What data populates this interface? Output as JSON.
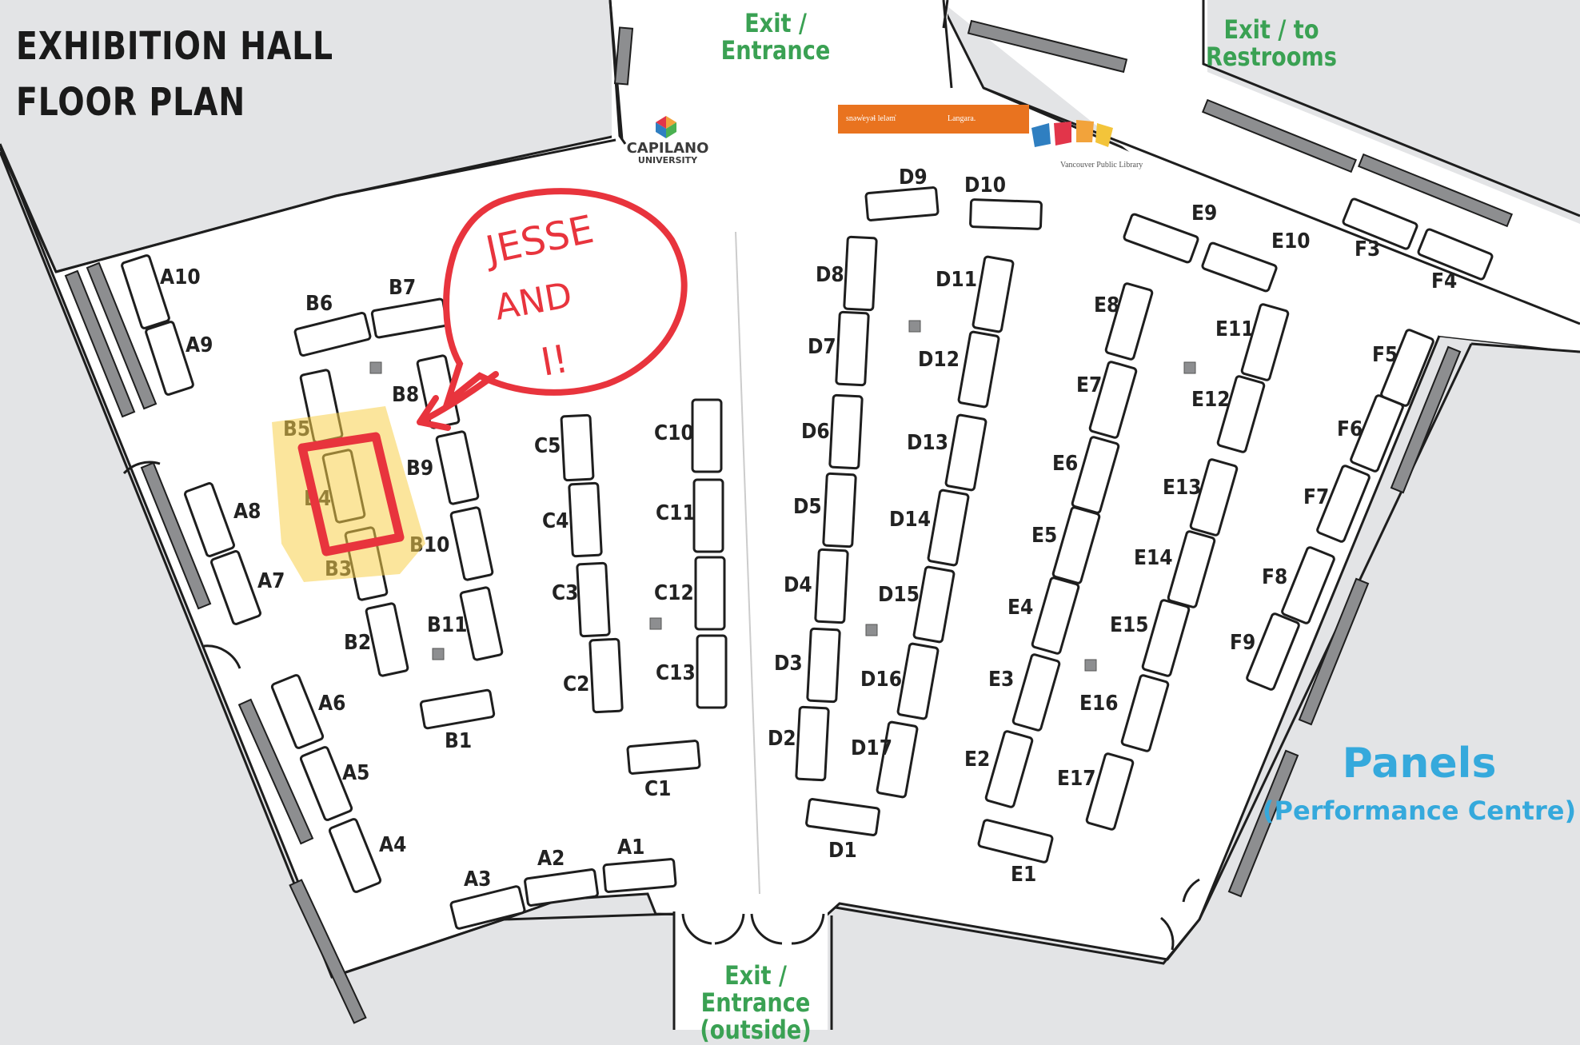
{
  "title": {
    "line1": "EXHIBITION HALL",
    "line2": "FLOOR PLAN"
  },
  "exits": {
    "top": {
      "line1": "Exit /",
      "line2": "Entrance"
    },
    "top_right": "Exit / to Restrooms",
    "bottom": {
      "line1": "Exit / Entrance",
      "line2": "(outside)"
    }
  },
  "panels": {
    "title": "Panels",
    "subtitle": "(Performance Centre)"
  },
  "sponsors": {
    "capilano_line1": "CAPILANO",
    "capilano_line2": "UNIVERSITY",
    "snaweyat": "snəw̓eyəɬ leləm̓",
    "langara": "Langara.",
    "vpl": "Vancouver Public Library"
  },
  "annotation": {
    "line1": "JESSE",
    "line2": "AND",
    "line3": "I!",
    "highlight_booth": "B4"
  },
  "booth_labels": [
    "A1",
    "A2",
    "A3",
    "A4",
    "A5",
    "A6",
    "A7",
    "A8",
    "A9",
    "A10",
    "B1",
    "B2",
    "B3",
    "B4",
    "B5",
    "B6",
    "B7",
    "B8",
    "B9",
    "B10",
    "B11",
    "C1",
    "C2",
    "C3",
    "C4",
    "C11",
    "C12",
    "C13",
    "D1",
    "D2",
    "D3",
    "D4",
    "D5",
    "D6",
    "D7",
    "D8",
    "D9",
    "D10",
    "D11",
    "D12",
    "D13",
    "D14",
    "D15",
    "D16",
    "D17",
    "E1",
    "E2",
    "E3",
    "E4",
    "E5",
    "E6",
    "E7",
    "E8",
    "E9",
    "E10",
    "E11",
    "E12",
    "E13",
    "E14",
    "E15",
    "E16",
    "E17",
    "F3",
    "F4",
    "F5",
    "F6",
    "F7",
    "F8",
    "F9"
  ],
  "colors": {
    "background": "#e3e4e6",
    "floor": "#ffffff",
    "walls": "#8d8e90",
    "exit_green": "#3aa153",
    "panels_blue": "#35a9dc",
    "annotation_red": "#e8343d",
    "highlight_yellow": "#f7d04a"
  }
}
